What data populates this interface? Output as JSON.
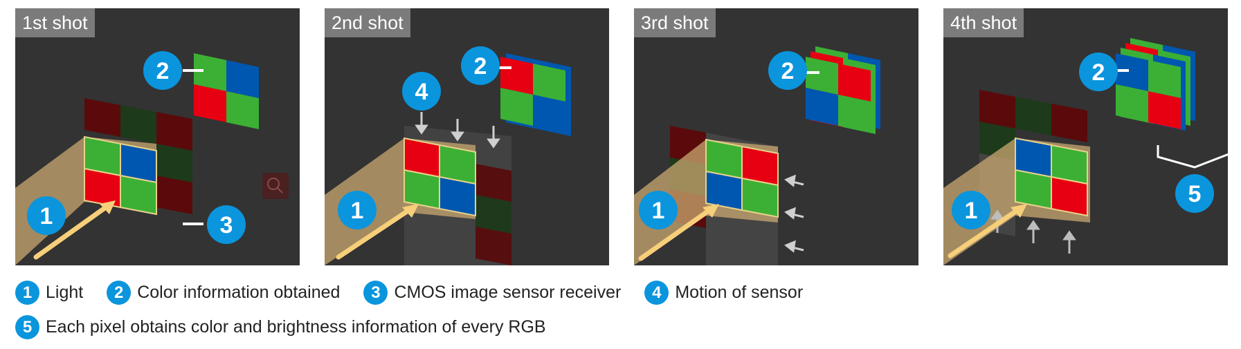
{
  "panels": [
    {
      "title": "1st shot",
      "markers": {
        "light": "1",
        "color": "2",
        "receiver": "3"
      }
    },
    {
      "title": "2nd shot",
      "markers": {
        "light": "1",
        "color": "2",
        "motion": "4"
      }
    },
    {
      "title": "3rd shot",
      "markers": {
        "light": "1",
        "color": "2"
      }
    },
    {
      "title": "4th shot",
      "markers": {
        "light": "1",
        "color": "2",
        "every_rgb": "5"
      }
    }
  ],
  "legend": {
    "rows": [
      [
        {
          "number": "1",
          "text": "Light"
        },
        {
          "number": "2",
          "text": "Color information obtained"
        },
        {
          "number": "3",
          "text": "CMOS image sensor receiver"
        },
        {
          "number": "4",
          "text": "Motion of sensor"
        }
      ],
      [
        {
          "number": "5",
          "text": "Each pixel obtains color and brightness information of every RGB"
        }
      ]
    ]
  },
  "colors": {
    "panel_bg": "#333333",
    "title_bg": "#7b7b7b",
    "badge_blue": "#0a95dd",
    "pixel_red": "#e60012",
    "pixel_green": "#3cb035",
    "pixel_blue": "#0057b0",
    "light_beam": "#f5c76a"
  },
  "icons": {
    "zoom": "magnifier-icon",
    "light": "arrow-icon",
    "motion": "down-arrow-icon"
  }
}
